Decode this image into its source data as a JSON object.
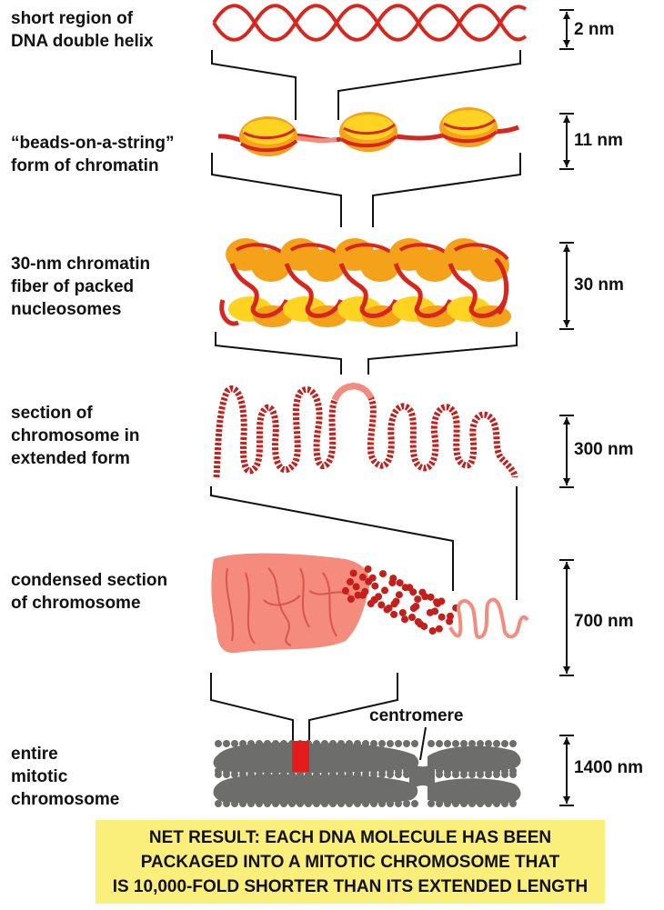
{
  "levels": [
    {
      "label_lines": [
        "short region of",
        "DNA double helix"
      ],
      "scale": "2 nm"
    },
    {
      "label_lines": [
        "“beads-on-a-string”",
        "form of chromatin"
      ],
      "scale": "11 nm"
    },
    {
      "label_lines": [
        "30-nm chromatin",
        "fiber of packed",
        "nucleosomes"
      ],
      "scale": "30 nm"
    },
    {
      "label_lines": [
        "section of",
        "chromosome in",
        "extended form"
      ],
      "scale": "300 nm"
    },
    {
      "label_lines": [
        "condensed section",
        "of chromosome"
      ],
      "scale": "700 nm"
    },
    {
      "label_lines": [
        "entire",
        "mitotic",
        "chromosome"
      ],
      "scale": "1400 nm"
    }
  ],
  "centromere_label": "centromere",
  "net_result": [
    "NET RESULT: EACH DNA MOLECULE HAS BEEN",
    "PACKAGED INTO A MITOTIC CHROMOSOME THAT",
    "IS 10,000-FOLD SHORTER THAN ITS EXTENDED LENGTH"
  ],
  "colors": {
    "dna_red": "#d7261e",
    "histone_orange": "#f5a21b",
    "histone_yellow": "#ffd321",
    "light_pink": "#f48b7c",
    "chromosome_gray": "#6d6e6c",
    "note_yellow": "#fbef7c"
  }
}
